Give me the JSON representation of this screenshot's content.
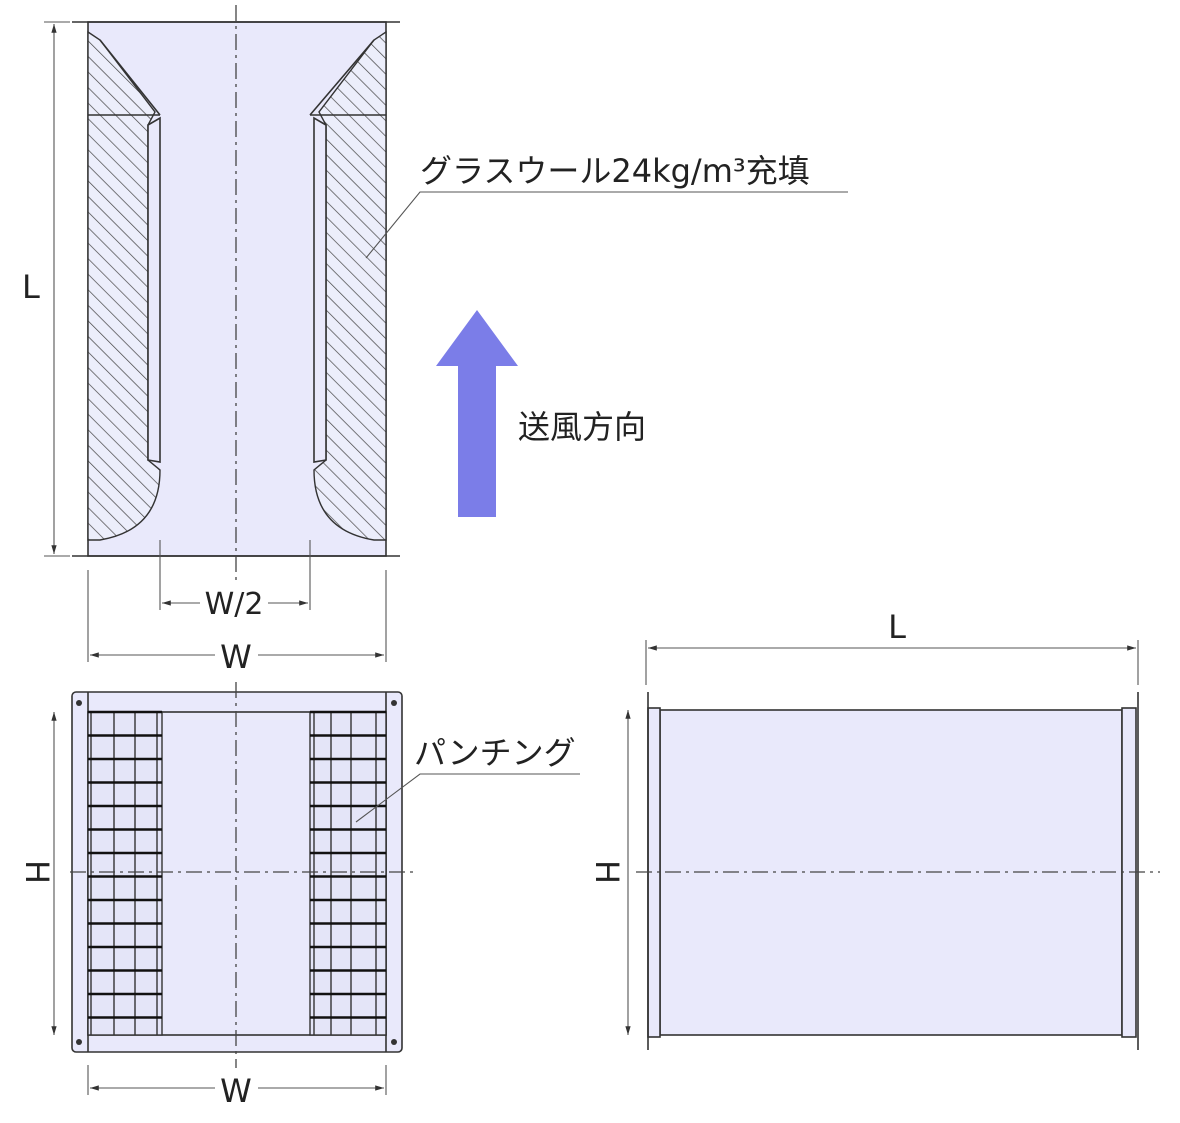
{
  "labels": {
    "glass_wool": "グラスウール24kg/m³充填",
    "airflow_direction": "送風方向",
    "punching": "パンチング",
    "dim_L_top": "L",
    "dim_W_half": "W/2",
    "dim_W_top": "W",
    "dim_H_front": "H",
    "dim_W_front": "W",
    "dim_L_side": "L",
    "dim_H_side": "H"
  },
  "colors": {
    "body_fill": "#e9e9fb",
    "arrow": "#7b7de8",
    "line": "#333333"
  }
}
